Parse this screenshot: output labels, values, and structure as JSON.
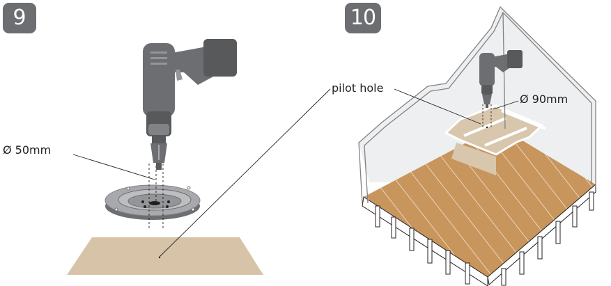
{
  "steps": [
    {
      "number": "9"
    },
    {
      "number": "10"
    }
  ],
  "labels": {
    "diameter_small": "Ø 50mm",
    "pilot_hole": "pilot hole",
    "diameter_large": "Ø 90mm"
  },
  "colors": {
    "badge": "#6d6e71",
    "drill_body": "#6d6e71",
    "drill_light": "#808285",
    "board": "#d7c4a8",
    "deck_wood": "#c8955c",
    "hatch_panel": "#d8c6ad",
    "flange": "#a7a9ac",
    "line": "#231f20"
  },
  "icons": [
    "cordless-drill-icon",
    "hole-saw-icon"
  ]
}
